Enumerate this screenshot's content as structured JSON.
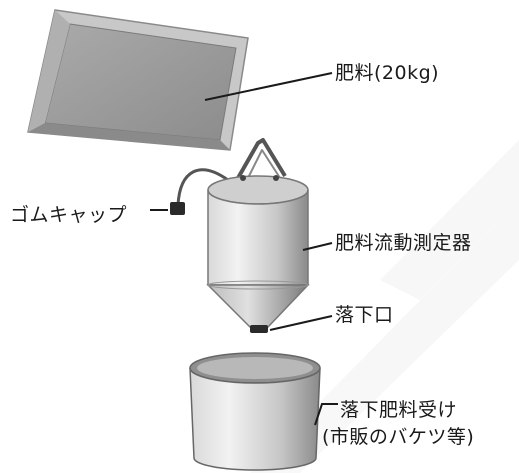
{
  "labels": {
    "fertilizer": "肥料(20kg)",
    "rubber_cap": "ゴムキャップ",
    "flow_meter": "肥料流動測定器",
    "outlet": "落下口",
    "receiver_line1": "落下肥料受け",
    "receiver_line2": "(市販のバケツ等)"
  },
  "colors": {
    "background": "#ffffff",
    "metal_light": "#e6e6e6",
    "metal_mid": "#b5b5b5",
    "metal_dark": "#6e6e6e",
    "tray_face": "#9c9c9c",
    "tray_rim": "#c8c8c8",
    "leader_line": "#1a1a1a"
  }
}
